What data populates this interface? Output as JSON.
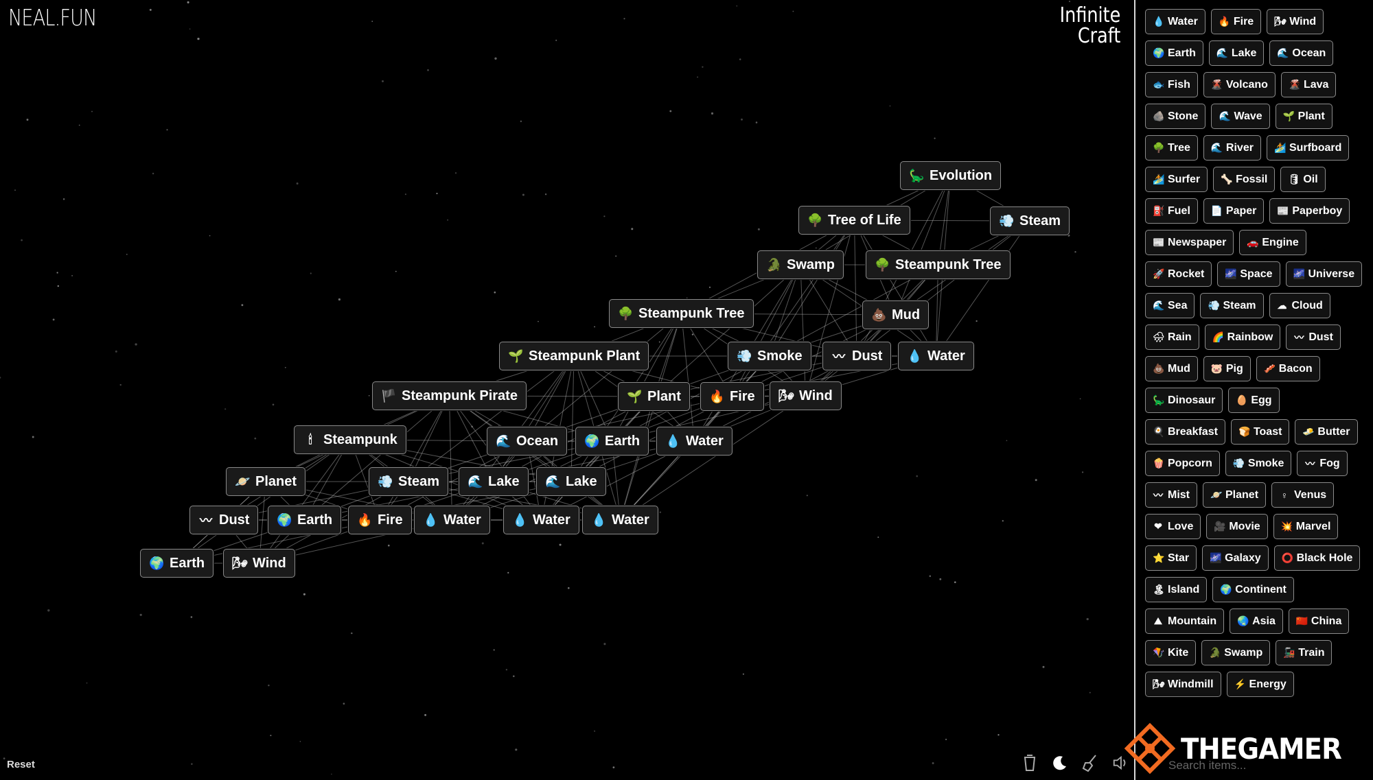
{
  "header": {
    "logo": "NEAL.FUN",
    "title_line1": "Infinite",
    "title_line2": "Craft"
  },
  "footer": {
    "reset_label": "Reset",
    "tools": [
      {
        "icon": "cup-icon"
      },
      {
        "icon": "moon-icon"
      },
      {
        "icon": "broom-icon"
      },
      {
        "icon": "speaker-icon"
      }
    ]
  },
  "watermark": {
    "text": "THEGAMER"
  },
  "search": {
    "placeholder": "Search items..."
  },
  "canvas_elements": [
    {
      "emoji": "🦕",
      "label": "Evolution"
    },
    {
      "emoji": "🌳",
      "label": "Tree of Life"
    },
    {
      "emoji": "💨",
      "label": "Steam"
    },
    {
      "emoji": "🐊",
      "label": "Swamp"
    },
    {
      "emoji": "🌳",
      "label": "Steampunk Tree"
    },
    {
      "emoji": "🌳",
      "label": "Steampunk Tree"
    },
    {
      "emoji": "💩",
      "label": "Mud"
    },
    {
      "emoji": "🌱",
      "label": "Steampunk Plant"
    },
    {
      "emoji": "💨",
      "label": "Smoke"
    },
    {
      "emoji": "〰",
      "label": "Dust"
    },
    {
      "emoji": "💧",
      "label": "Water"
    },
    {
      "emoji": "🏴",
      "label": "Steampunk Pirate"
    },
    {
      "emoji": "🌱",
      "label": "Plant"
    },
    {
      "emoji": "🔥",
      "label": "Fire"
    },
    {
      "emoji": "🌬",
      "label": "Wind"
    },
    {
      "emoji": "🕯",
      "label": "Steampunk"
    },
    {
      "emoji": "🌊",
      "label": "Ocean"
    },
    {
      "emoji": "🌍",
      "label": "Earth"
    },
    {
      "emoji": "💧",
      "label": "Water"
    },
    {
      "emoji": "🪐",
      "label": "Planet"
    },
    {
      "emoji": "💨",
      "label": "Steam"
    },
    {
      "emoji": "🌊",
      "label": "Lake"
    },
    {
      "emoji": "🌊",
      "label": "Lake"
    },
    {
      "emoji": "〰",
      "label": "Dust"
    },
    {
      "emoji": "🌍",
      "label": "Earth"
    },
    {
      "emoji": "🔥",
      "label": "Fire"
    },
    {
      "emoji": "💧",
      "label": "Water"
    },
    {
      "emoji": "💧",
      "label": "Water"
    },
    {
      "emoji": "💧",
      "label": "Water"
    },
    {
      "emoji": "🌍",
      "label": "Earth"
    },
    {
      "emoji": "🌬",
      "label": "Wind"
    }
  ],
  "sidebar_items": [
    {
      "emoji": "💧",
      "label": "Water"
    },
    {
      "emoji": "🔥",
      "label": "Fire"
    },
    {
      "emoji": "🌬",
      "label": "Wind"
    },
    {
      "emoji": "🌍",
      "label": "Earth"
    },
    {
      "emoji": "🌊",
      "label": "Lake"
    },
    {
      "emoji": "🌊",
      "label": "Ocean"
    },
    {
      "emoji": "🐟",
      "label": "Fish"
    },
    {
      "emoji": "🌋",
      "label": "Volcano"
    },
    {
      "emoji": "🌋",
      "label": "Lava"
    },
    {
      "emoji": "🪨",
      "label": "Stone"
    },
    {
      "emoji": "🌊",
      "label": "Wave"
    },
    {
      "emoji": "🌱",
      "label": "Plant"
    },
    {
      "emoji": "🌳",
      "label": "Tree"
    },
    {
      "emoji": "🌊",
      "label": "River"
    },
    {
      "emoji": "🏄",
      "label": "Surfboard"
    },
    {
      "emoji": "🏄",
      "label": "Surfer"
    },
    {
      "emoji": "🦴",
      "label": "Fossil"
    },
    {
      "emoji": "🛢",
      "label": "Oil"
    },
    {
      "emoji": "⛽",
      "label": "Fuel"
    },
    {
      "emoji": "📄",
      "label": "Paper"
    },
    {
      "emoji": "📰",
      "label": "Paperboy"
    },
    {
      "emoji": "📰",
      "label": "Newspaper"
    },
    {
      "emoji": "🚗",
      "label": "Engine"
    },
    {
      "emoji": "🚀",
      "label": "Rocket"
    },
    {
      "emoji": "🌌",
      "label": "Space"
    },
    {
      "emoji": "🌌",
      "label": "Universe"
    },
    {
      "emoji": "🌊",
      "label": "Sea"
    },
    {
      "emoji": "💨",
      "label": "Steam"
    },
    {
      "emoji": "☁",
      "label": "Cloud"
    },
    {
      "emoji": "🌧",
      "label": "Rain"
    },
    {
      "emoji": "🌈",
      "label": "Rainbow"
    },
    {
      "emoji": "〰",
      "label": "Dust"
    },
    {
      "emoji": "💩",
      "label": "Mud"
    },
    {
      "emoji": "🐷",
      "label": "Pig"
    },
    {
      "emoji": "🥓",
      "label": "Bacon"
    },
    {
      "emoji": "🦕",
      "label": "Dinosaur"
    },
    {
      "emoji": "🥚",
      "label": "Egg"
    },
    {
      "emoji": "🍳",
      "label": "Breakfast"
    },
    {
      "emoji": "🍞",
      "label": "Toast"
    },
    {
      "emoji": "🧈",
      "label": "Butter"
    },
    {
      "emoji": "🍿",
      "label": "Popcorn"
    },
    {
      "emoji": "💨",
      "label": "Smoke"
    },
    {
      "emoji": "〰",
      "label": "Fog"
    },
    {
      "emoji": "〰",
      "label": "Mist"
    },
    {
      "emoji": "🪐",
      "label": "Planet"
    },
    {
      "emoji": "♀",
      "label": "Venus"
    },
    {
      "emoji": "❤",
      "label": "Love"
    },
    {
      "emoji": "🎥",
      "label": "Movie"
    },
    {
      "emoji": "💥",
      "label": "Marvel"
    },
    {
      "emoji": "⭐",
      "label": "Star"
    },
    {
      "emoji": "🌌",
      "label": "Galaxy"
    },
    {
      "emoji": "⭕",
      "label": "Black Hole"
    },
    {
      "emoji": "🏝",
      "label": "Island"
    },
    {
      "emoji": "🌍",
      "label": "Continent"
    },
    {
      "emoji": "⛰",
      "label": "Mountain"
    },
    {
      "emoji": "🌏",
      "label": "Asia"
    },
    {
      "emoji": "🇨🇳",
      "label": "China"
    },
    {
      "emoji": "🪁",
      "label": "Kite"
    },
    {
      "emoji": "🐊",
      "label": "Swamp"
    },
    {
      "emoji": "🚂",
      "label": "Train"
    },
    {
      "emoji": "🌬",
      "label": "Windmill"
    },
    {
      "emoji": "⚡",
      "label": "Energy"
    }
  ]
}
